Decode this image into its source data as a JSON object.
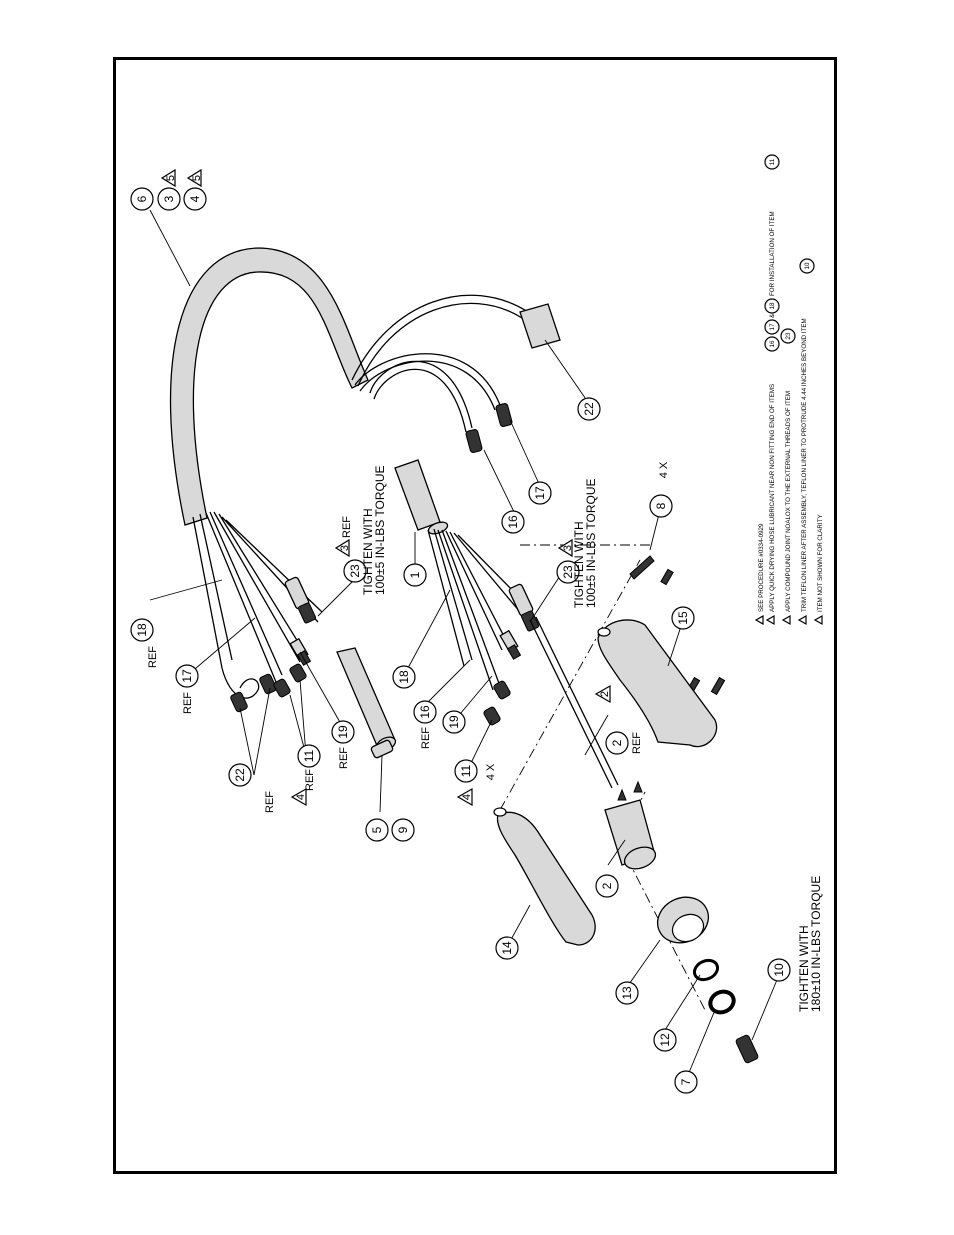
{
  "balloons": {
    "b1": "1",
    "b2a": "2",
    "b2b": "2",
    "b3": "3",
    "b4": "4",
    "b5": "5",
    "b6": "6",
    "b7": "7",
    "b8": "8",
    "b9": "9",
    "b10": "10",
    "b11a": "11",
    "b11b": "11",
    "b12": "12",
    "b13": "13",
    "b14": "14",
    "b15": "15",
    "b16a": "16",
    "b16b": "16",
    "b17a": "17",
    "b17b": "17",
    "b18a": "18",
    "b18b": "18",
    "b19a": "19",
    "b19b": "19",
    "b22a": "22",
    "b22b": "22",
    "b23a": "23",
    "b23b": "23"
  },
  "flags": {
    "f2": "2",
    "f3a": "3",
    "f3b": "3",
    "f4a": "4",
    "f4b": "4",
    "f5a": "5",
    "f5b": "5"
  },
  "labels": {
    "ref": "REF",
    "qty4x": "4 X",
    "torque100": [
      "TIGHTEN WITH",
      "100±5 IN-LBS TORQUE"
    ],
    "torque180": [
      "TIGHTEN WITH",
      "180±10 IN-LBS TORQUE"
    ]
  },
  "notes": {
    "n1": "SEE PROCEDURE #0334-0929",
    "n2": "APPLY QUICK DRYING HOSE LUBRICANT NEAR NON FITTING END OF ITEMS",
    "n2_items": [
      "16",
      "17",
      "18"
    ],
    "n2_amp": "&",
    "n2_tail": "FOR INSTALLATION OF ITEM",
    "n2_item": "11",
    "n3": "APPLY COMPOUND JOINT NOALOX TO THE EXTERNAL THREADS OF ITEM",
    "n3_item": "23",
    "n4": "TRIM TEFLON LINER AFTER ASSEMBLY, TEFLON LINER TO PROTRUDE 4.44 INCHES BEYOND ITEM",
    "n4_item": "10",
    "n5": "ITEM NOT SHOWN FOR CLARITY"
  }
}
